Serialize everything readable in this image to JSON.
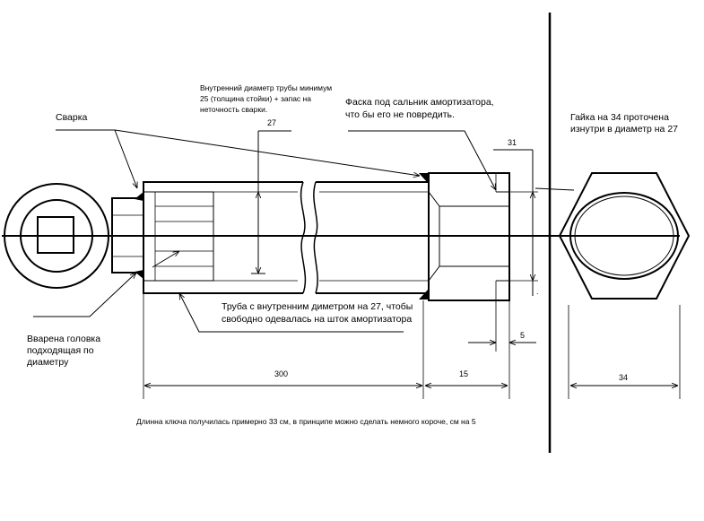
{
  "annotations": {
    "weld": "Сварка",
    "inner_diameter_line1": "Внутренний диаметр трубы минимум",
    "inner_diameter_line2": "25 (толщина стойки) + запас на",
    "inner_diameter_line3": "неточность сварки.",
    "chamfer_line1": "Фаска под сальник амортизатора,",
    "chamfer_line2": "что бы его не повредить.",
    "nut_line1": "Гайка на 34 проточена",
    "nut_line2": "изнутри в диаметр на 27",
    "pipe_line1": "Труба с внутренним диметром на 27, чтобы",
    "pipe_line2": "свободно одевалась на шток амортизатора",
    "head_line1": "Вварена головка",
    "head_line2": "подходящая по",
    "head_line3": "диаметру",
    "footer": "Длинна ключа получилась примерно 33 см, в принципе можно сделать немного короче, см на 5"
  },
  "dimensions": {
    "d27": "27",
    "d31": "31",
    "d5": "5",
    "d300": "300",
    "d15": "15",
    "d34": "34",
    "dot": "."
  }
}
